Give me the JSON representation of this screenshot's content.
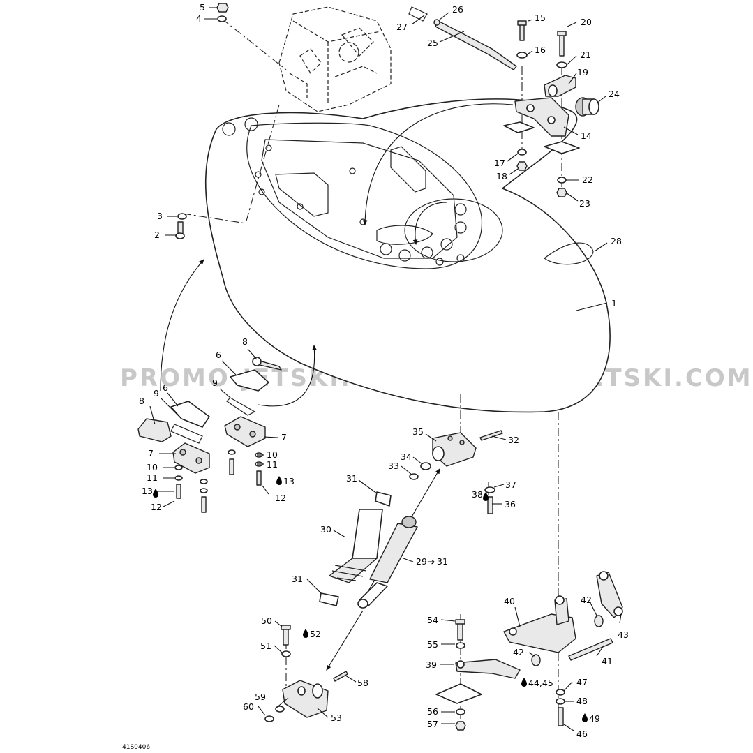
{
  "watermark": "PROMO-JETSKI.COM",
  "figure_code": "41S0406",
  "callouts": {
    "c1": "1",
    "c2": "2",
    "c3": "3",
    "c4": "4",
    "c5": "5",
    "c6a": "6",
    "c6b": "6",
    "c7a": "7",
    "c7b": "7",
    "c8a": "8",
    "c8b": "8",
    "c9a": "9",
    "c9b": "9",
    "c10a": "10",
    "c10b": "10",
    "c11a": "11",
    "c11b": "11",
    "c12a": "12",
    "c12b": "12",
    "c13a": "13",
    "c13b": "13",
    "c14": "14",
    "c15": "15",
    "c16": "16",
    "c17": "17",
    "c18": "18",
    "c19": "19",
    "c20": "20",
    "c21": "21",
    "c22": "22",
    "c23": "23",
    "c24": "24",
    "c25": "25",
    "c26": "26",
    "c27": "27",
    "c28": "28",
    "c29": "29",
    "c29ref": "31",
    "c30": "30",
    "c31a": "31",
    "c31b": "31",
    "c32": "32",
    "c33": "33",
    "c34": "34",
    "c35": "35",
    "c36": "36",
    "c37": "37",
    "c38": "38",
    "c39": "39",
    "c40": "40",
    "c41": "41",
    "c42a": "42",
    "c42b": "42",
    "c43": "43",
    "c44": "44,45",
    "c46": "46",
    "c47": "47",
    "c48": "48",
    "c49": "49",
    "c50": "50",
    "c51": "51",
    "c52": "52",
    "c53": "53",
    "c54": "54",
    "c55": "55",
    "c56": "56",
    "c57": "57",
    "c58": "58",
    "c59": "59",
    "c60": "60"
  }
}
